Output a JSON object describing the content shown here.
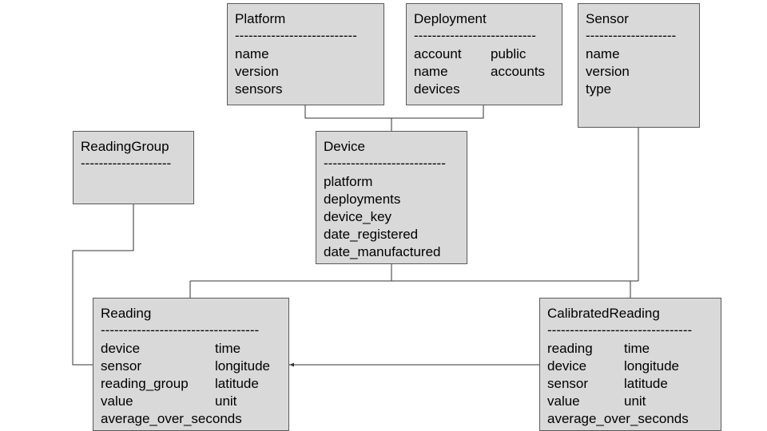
{
  "colors": {
    "box_fill": "#d9d9d9",
    "box_border": "#595959",
    "line": "#333333"
  },
  "entities": {
    "platform": {
      "title": "Platform",
      "separator": "---------------------------",
      "col1": [
        "name",
        "version",
        "sensors"
      ]
    },
    "deployment": {
      "title": "Deployment",
      "separator": "---------------------------",
      "col1": [
        "account",
        "name",
        "devices"
      ],
      "col2": [
        "public",
        "accounts"
      ]
    },
    "sensor": {
      "title": "Sensor",
      "separator": "--------------------",
      "col1": [
        "name",
        "version",
        "type"
      ]
    },
    "reading_group": {
      "title": "ReadingGroup",
      "separator": "--------------------"
    },
    "device": {
      "title": "Device",
      "separator": "---------------------------",
      "col1": [
        "platform",
        "deployments",
        "device_key",
        "date_registered",
        "date_manufactured"
      ]
    },
    "reading": {
      "title": "Reading",
      "separator": "-----------------------------------",
      "col1": [
        "device",
        "sensor",
        "reading_group",
        "value"
      ],
      "col2": [
        "time",
        "longitude",
        "latitude",
        "unit"
      ],
      "last": "average_over_seconds"
    },
    "calibrated_reading": {
      "title": "CalibratedReading",
      "separator": "--------------------------------",
      "col1": [
        "reading",
        "device",
        "sensor",
        "value"
      ],
      "col2": [
        "time",
        "longitude",
        "latitude",
        "unit"
      ],
      "last": "average_over_seconds"
    }
  }
}
